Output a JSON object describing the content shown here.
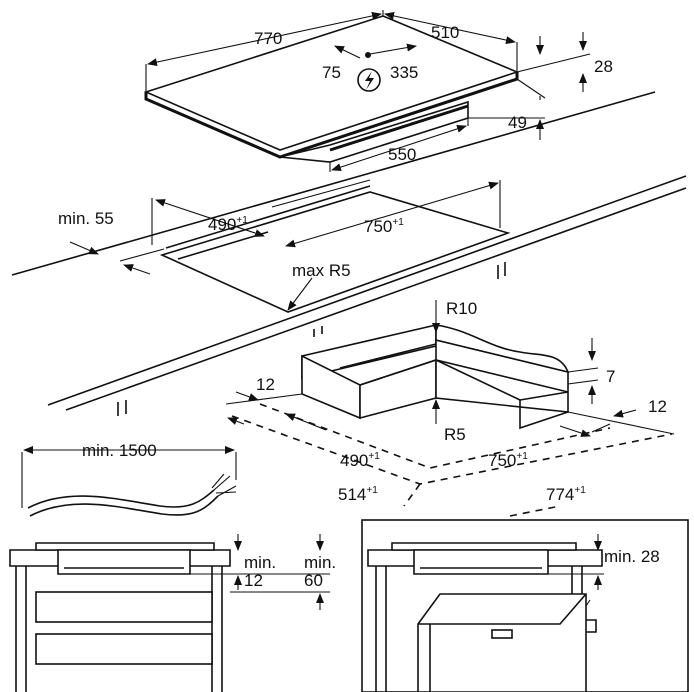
{
  "dimensions": {
    "hob_width": "770",
    "hob_depth": "510",
    "cable_offset_left": "75",
    "cable_offset_right": "335",
    "hob_thickness": "28",
    "hob_body_height": "49",
    "hob_body_width": "550",
    "edge_distance": "min. 55",
    "cutout_depth": "490",
    "cutout_width": "750",
    "cutout_tolerance": "+1",
    "corner_radius": "max R5",
    "r10": "R10",
    "r5": "R5",
    "frame_side_left": "12",
    "frame_side_right": "12",
    "frame_thickness": "7",
    "frame_depth": "490",
    "frame_width": "750",
    "outer_depth": "514",
    "outer_width": "774",
    "cable_length": "min. 1500",
    "gap_min_label": "min.",
    "gap_min_12": "12",
    "gap_min_60": "60",
    "gap_min_28": "min. 28"
  },
  "icons": {
    "cable_outlet": "power-plug-icon"
  }
}
